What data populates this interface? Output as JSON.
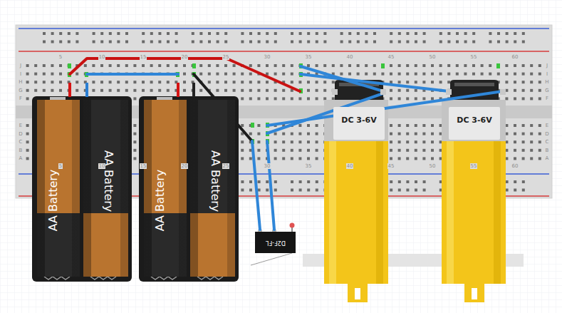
{
  "diagram": {
    "nodes": [
      {
        "text": [
          "AA Battery"
        ]
      },
      {
        "text": [
          "AA Battery"
        ]
      },
      {
        "text": [
          "AA Battery"
        ]
      },
      {
        "text": [
          "AA Battery"
        ]
      },
      {
        "text": [
          "DC 3-6V"
        ]
      },
      {
        "text": [
          "DC 3-6V"
        ]
      },
      {
        "text": [
          "D2F-FL"
        ]
      }
    ],
    "labels": [
      "5",
      "10",
      "15",
      "20",
      "25",
      "30",
      "35",
      "40",
      "45",
      "50",
      "55",
      "60",
      "5",
      "10",
      "15",
      "20",
      "25",
      "30",
      "35",
      "40",
      "45",
      "50",
      "55",
      "60",
      "J",
      "I",
      "H",
      "G",
      "F",
      "E",
      "D",
      "C",
      "B",
      "A",
      "J",
      "I",
      "H",
      "G",
      "F",
      "E",
      "D",
      "C",
      "B",
      "A"
    ]
  }
}
